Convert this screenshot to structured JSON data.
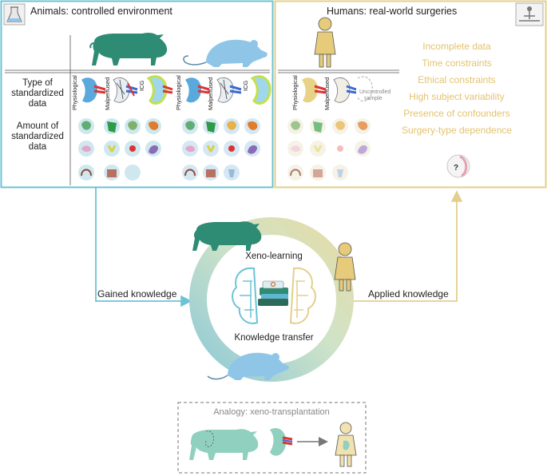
{
  "animals_panel": {
    "title": "Animals: controlled environment",
    "row_type_label": [
      "Type of",
      "standardized",
      "data"
    ],
    "row_amount_label": [
      "Amount of",
      "standardized",
      "data"
    ],
    "pig_columns": [
      "Physiological",
      "Malperfused",
      "ICG"
    ],
    "rat_columns": [
      "Physiological",
      "Malperfused",
      "ICG"
    ]
  },
  "humans_panel": {
    "title": "Humans: real-world surgeries",
    "columns": [
      "Physiological",
      "Malperfused"
    ],
    "uncontrolled_label": [
      "Uncontrolled",
      "sample"
    ],
    "constraints": [
      "Incomplete data",
      "Time constraints",
      "Ethical constraints",
      "High subject variability",
      "Presence of confounders",
      "Surgery-type dependence"
    ],
    "question_mark": "?"
  },
  "cycle": {
    "title": "Xeno-learning",
    "subtitle": "Knowledge transfer",
    "left_arrow_label": "Gained knowledge",
    "right_arrow_label": "Applied knowledge"
  },
  "analogy": {
    "title": "Analogy: xeno-transplantation"
  },
  "colors": {
    "animal_border": "#6cc3d6",
    "human_border": "#e3cf8a",
    "pig": "#2e8b74",
    "rat": "#8fc6e8",
    "human": "#e6cb7a",
    "constraint_text": "#e3c36f"
  }
}
